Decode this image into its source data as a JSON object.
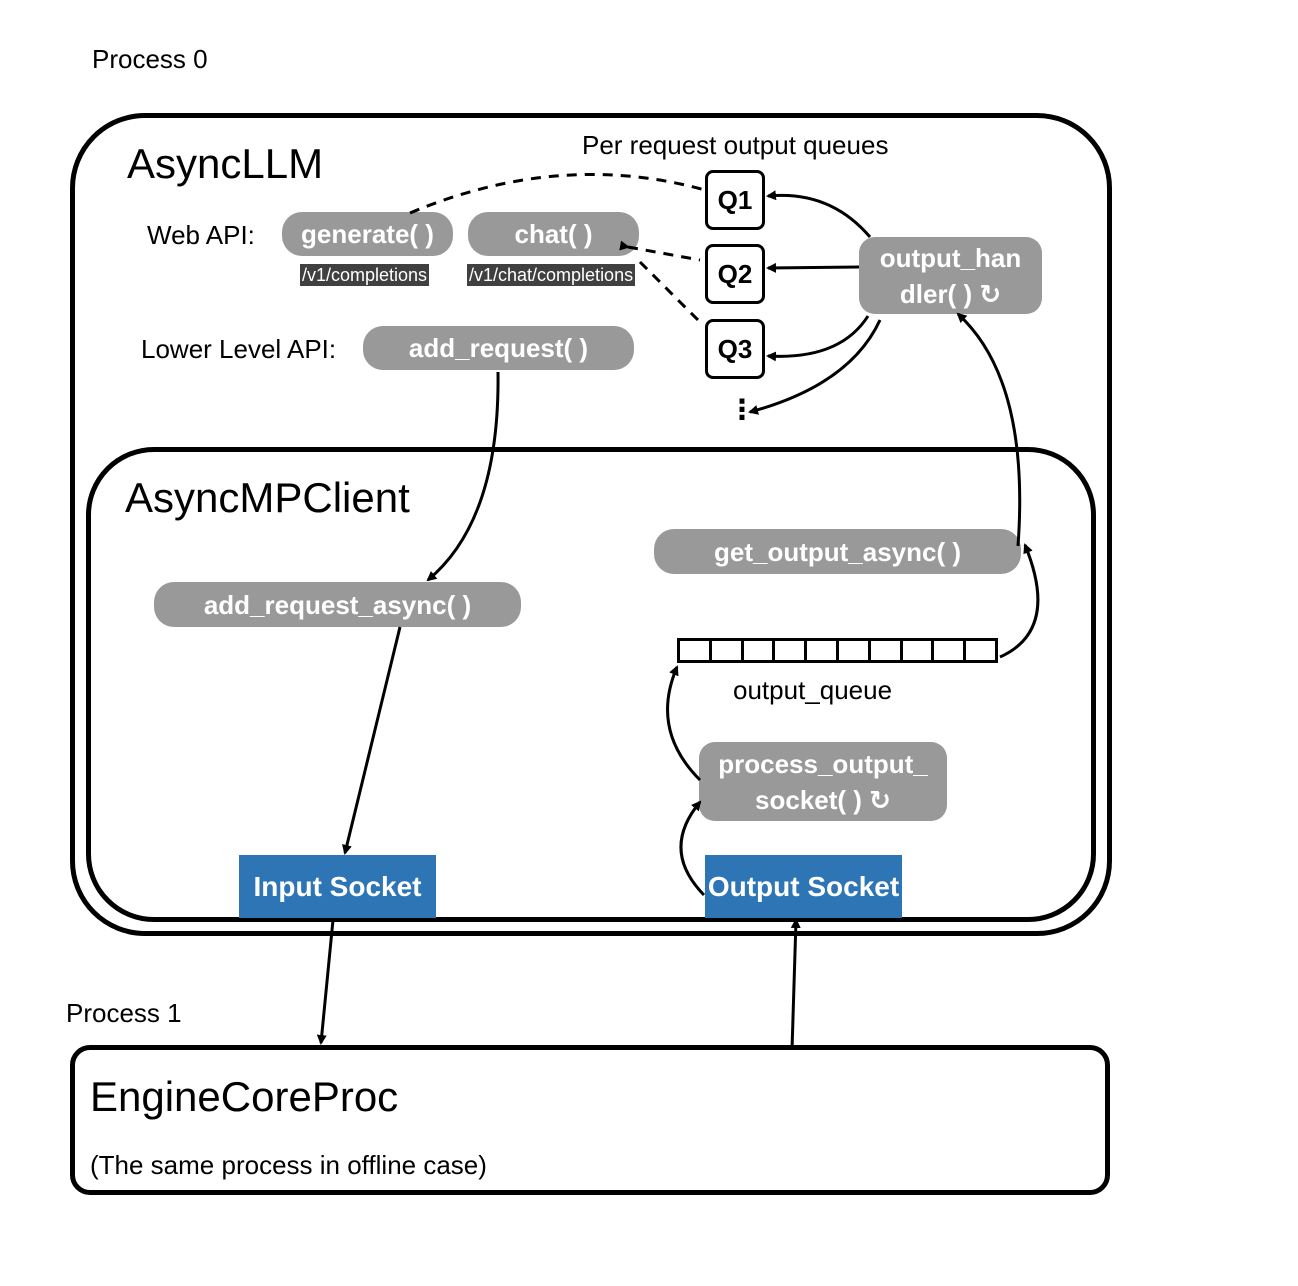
{
  "process0": {
    "label": "Process 0"
  },
  "async_llm": {
    "title": "AsyncLLM",
    "queues_title": "Per request output queues",
    "web_api_label": "Web API:",
    "generate": {
      "label": "generate( )",
      "route": "/v1/completions"
    },
    "chat": {
      "label": "chat( )",
      "route": "/v1/chat/completions"
    },
    "lower_api_label": "Lower Level API:",
    "add_request": {
      "label": "add_request( )"
    },
    "queues": [
      "Q1",
      "Q2",
      "Q3"
    ],
    "more_queues": "⋮",
    "output_handler": {
      "label": "output_han\ndler( ) ↻"
    }
  },
  "async_mp_client": {
    "title": "AsyncMPClient",
    "add_request_async": {
      "label": "add_request_async( )"
    },
    "get_output_async": {
      "label": "get_output_async( )"
    },
    "output_queue": {
      "label": "output_queue",
      "slots": 10
    },
    "process_output_socket": {
      "label": "process_output_\nsocket( ) ↻"
    },
    "input_socket": {
      "label": "Input Socket"
    },
    "output_socket": {
      "label": "Output Socket"
    }
  },
  "process1": {
    "label": "Process 1"
  },
  "engine_core_proc": {
    "title": "EngineCoreProc",
    "note": "(The same process in offline case)"
  },
  "colors": {
    "pill": "#999999",
    "socket": "#2e75b6",
    "route_bg": "#404040",
    "stroke": "#000000"
  },
  "icons": {
    "loop": "refresh-loop-icon",
    "ellipsis": "vertical-ellipsis-icon"
  }
}
